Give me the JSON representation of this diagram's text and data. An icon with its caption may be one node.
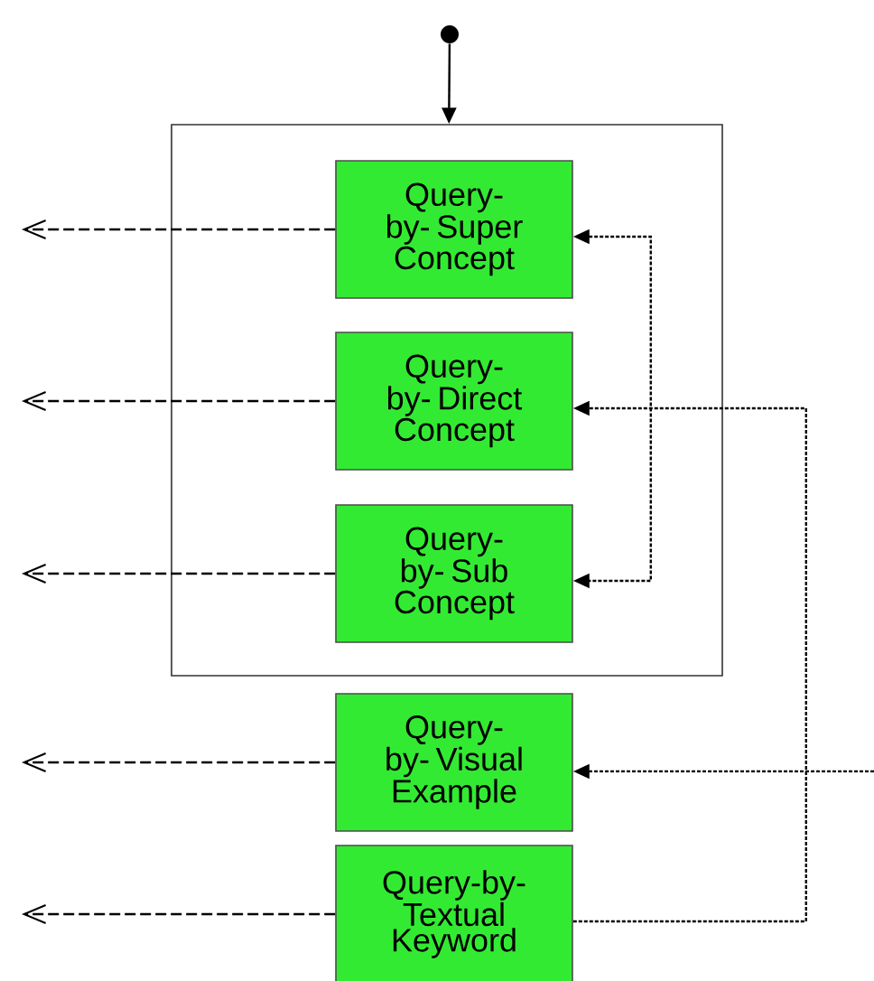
{
  "diagram": {
    "nodes": [
      {
        "text": [],
        "shape": "circle"
      },
      {
        "text": [],
        "shape": "box"
      },
      {
        "text": [
          "Query-by- Super Concept"
        ],
        "in": 1
      },
      {
        "text": [
          "Query-by- Direct Concept"
        ],
        "in": 1
      },
      {
        "text": [
          "Query-by- Sub Concept"
        ],
        "in": 1
      },
      {
        "text": [
          "Query-by- Visual Example"
        ]
      },
      {
        "text": [
          "Query-by- Textual Keyword"
        ]
      }
    ],
    "edges": [
      {
        "from": 0,
        "to": 1,
        "arrow": "to"
      },
      {
        "from": 2,
        "to": null,
        "arrow": "to",
        "style": "dashed"
      },
      {
        "from": 3,
        "to": null,
        "arrow": "to",
        "style": "dashed"
      },
      {
        "from": 4,
        "to": null,
        "arrow": "to",
        "style": "dashed"
      },
      {
        "from": 5,
        "to": null,
        "arrow": "to",
        "style": "dashed"
      },
      {
        "from": 6,
        "to": null,
        "arrow": "to",
        "style": "dashed"
      },
      {
        "from": 2,
        "to": 4,
        "arrow": "both",
        "style": "dashed"
      },
      {
        "from": 6,
        "to": 3,
        "arrow": "to",
        "style": "dashed"
      },
      {
        "from": null,
        "to": 5,
        "arrow": "to",
        "style": "dashed"
      }
    ]
  }
}
